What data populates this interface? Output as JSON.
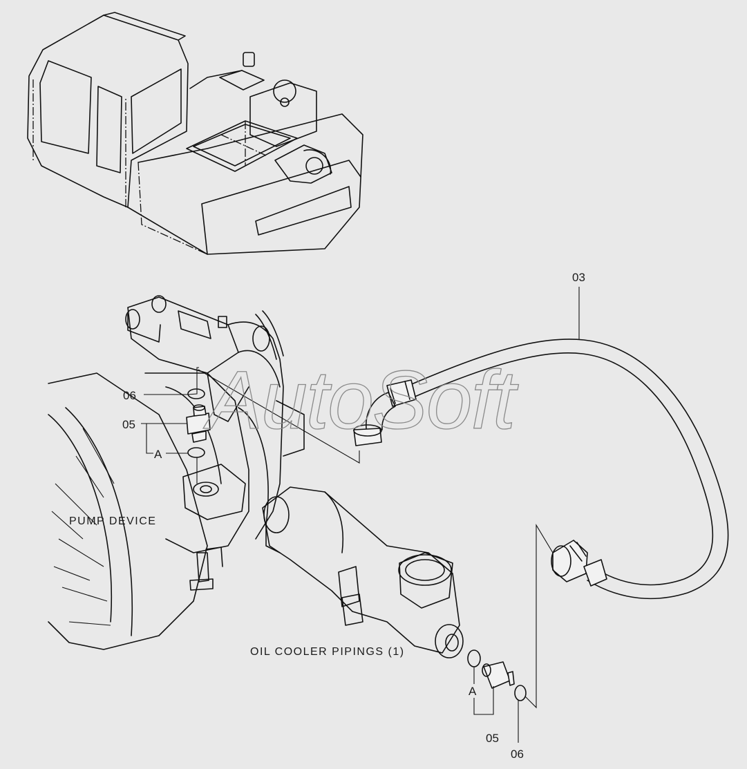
{
  "watermark": "AutoSoft",
  "labels": {
    "hose": "03",
    "oring_top": "06",
    "connector_top": "05",
    "ref_a_top": "A",
    "pump_device": "PUMP DEVICE",
    "oil_cooler": "OIL COOLER PIPINGS (1)",
    "ref_a_bottom": "A",
    "connector_bottom": "05",
    "oring_bottom": "06"
  }
}
